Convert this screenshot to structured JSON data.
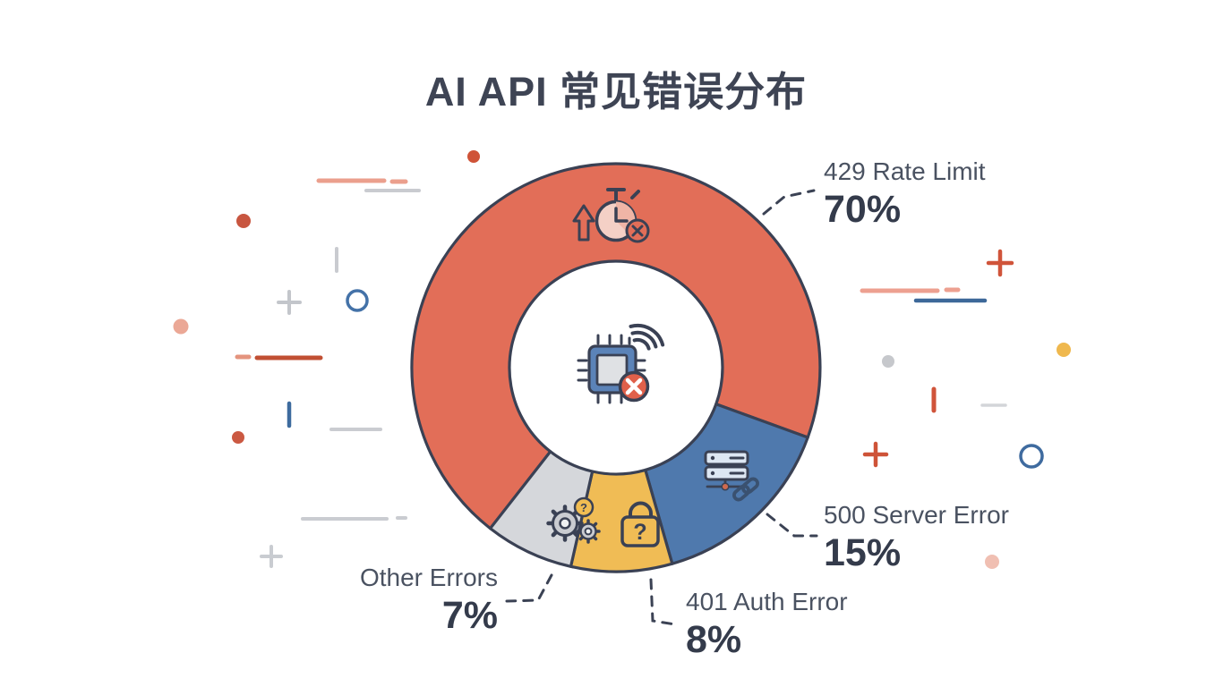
{
  "header": {
    "title": "AI API 常见错误分布"
  },
  "chart_data": {
    "type": "pie",
    "subtype": "donut",
    "title": "AI API 常见错误分布",
    "start_angle_deg": 218,
    "direction": "clockwise",
    "outer_radius": 228,
    "inner_radius": 119,
    "outline_color": "#3a4154",
    "center_icon": "chip-error-icon",
    "segments": [
      {
        "label": "429 Rate Limit",
        "value": 70,
        "pct": "70%",
        "color": "#e26e58",
        "icon": "rate-limit-stopwatch-icon"
      },
      {
        "label": "500 Server Error",
        "value": 15,
        "pct": "15%",
        "color": "#4f79ad",
        "icon": "server-link-icon"
      },
      {
        "label": "401 Auth Error",
        "value": 8,
        "pct": "8%",
        "color": "#f0bc55",
        "icon": "lock-question-icon"
      },
      {
        "label": "Other Errors",
        "value": 7,
        "pct": "7%",
        "color": "#d5d7db",
        "icon": "gears-question-icon"
      }
    ],
    "label_color": "#4a5261",
    "value_color": "#343b4b"
  },
  "icons": {
    "question_glyph": "?"
  },
  "palette": {
    "accent_red": "#d0543a",
    "accent_salmon": "#eb9f8d",
    "accent_blue": "#3d6899",
    "accent_yellow": "#efb84e",
    "accent_gray": "#caccd1",
    "badge_red": "#e0604a"
  }
}
